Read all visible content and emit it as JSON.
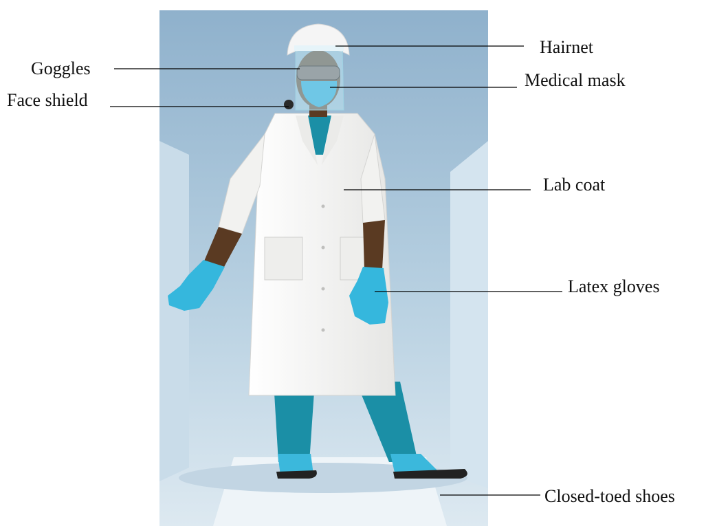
{
  "labels": {
    "hairnet": "Hairnet",
    "goggles": "Goggles",
    "face_shield": "Face shield",
    "medical_mask": "Medical mask",
    "lab_coat": "Lab coat",
    "latex_gloves": "Latex gloves",
    "closed_toed_shoes": "Closed-toed shoes"
  },
  "colors": {
    "background_top": "#8fb3cf",
    "background_bottom": "#d6e6f0",
    "scrubs": "#1b8fa6",
    "gloves": "#35b7dd",
    "coat": "#f4f4f2",
    "skin": "#5a3a22",
    "shoe_sole": "#222222"
  }
}
